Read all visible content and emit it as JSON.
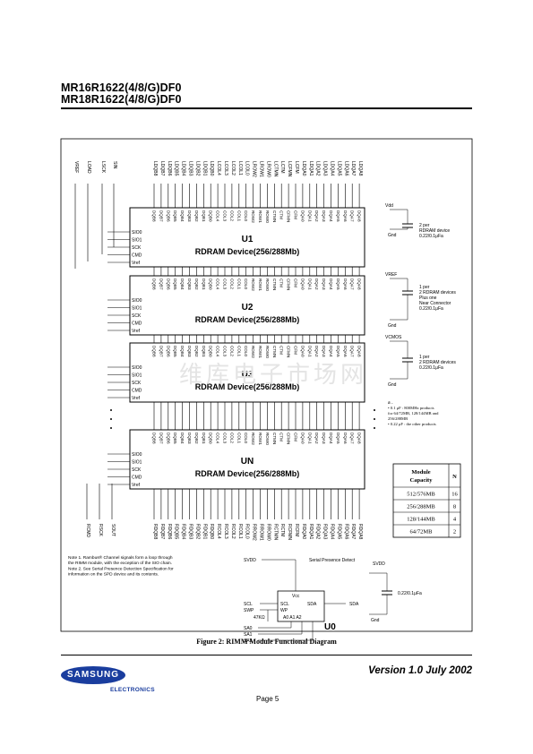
{
  "header": {
    "line1": "MR16R1622(4/8/G)DF0",
    "line2": "MR18R1622(4/8/G)DF0"
  },
  "top_signals": [
    "VREF",
    "LOAD",
    "LSCK",
    "SIN",
    "LDQB8",
    "LDQB7",
    "LDQB6",
    "LDQB5",
    "LDQB4",
    "LDQB3",
    "LDQB2",
    "LDQB1",
    "LDQB0",
    "LCOL4",
    "LCOL3",
    "LCOL2",
    "LCOL1",
    "LCOL0",
    "LROW2",
    "LROW1",
    "LROW0",
    "LCTMN",
    "LCTM",
    "LCFMN",
    "LCFM",
    "LDQA0",
    "LDQA1",
    "LDQA2",
    "LDQA3",
    "LDQA4",
    "LDQA5",
    "LDQA6",
    "LDQA7",
    "LDQA8"
  ],
  "bottom_signals": [
    "RCMD",
    "RSCK",
    "SOUT",
    "RDQB8",
    "RDQB7",
    "RDQB6",
    "RDQB5",
    "RDQB4",
    "RDQB3",
    "RDQB2",
    "RDQB1",
    "RDQB0",
    "RCOL4",
    "RCOL3",
    "RCOL2",
    "RCOL1",
    "RCOL0",
    "RROW2",
    "RROW1",
    "RROW0",
    "RCTMN",
    "RCTM",
    "RCFMN",
    "RCFM",
    "RDQA0",
    "RDQA1",
    "RDQA2",
    "RDQA3",
    "RDQA4",
    "RDQA5",
    "RDQA6",
    "RDQA7",
    "RDQA8"
  ],
  "device_pins": [
    "DQB8",
    "DQB7",
    "DQB6",
    "DQB5",
    "DQB4",
    "DQB3",
    "DQB2",
    "DQB1",
    "DQB0",
    "COL4",
    "COL3",
    "COL2",
    "COL1",
    "COL0",
    "ROW2",
    "ROW1",
    "ROW0",
    "CTMN",
    "CTM",
    "CFMN",
    "CFM",
    "DQA0",
    "DQA1",
    "DQA2",
    "DQA3",
    "DQA4",
    "DQA5",
    "DQA6",
    "DQA7",
    "DQA8"
  ],
  "side_pins": [
    "SIO0",
    "SIO1",
    "SCK",
    "CMD",
    "Vref"
  ],
  "devices": [
    {
      "name": "U1",
      "desc": "RDRAM Device(256/288Mb)"
    },
    {
      "name": "U2",
      "desc": "RDRAM Device(256/288Mb)"
    },
    {
      "name": "U3",
      "desc": "RDRAM Device(256/288Mb)"
    },
    {
      "name": "UN",
      "desc": "RDRAM Device(256/288Mb)"
    }
  ],
  "caps": {
    "vdd": "Vdd",
    "gnd": "Gnd",
    "vdd_note": [
      "2 per",
      "RDRAM device",
      "0.22/0.1μFa"
    ],
    "vref": "VREF",
    "vref_note": [
      "1 per",
      "2 RDRAM devices",
      "Plus one",
      "Near Connector",
      "0.22/0.1μFa"
    ],
    "vcmos": "VCMOS",
    "vcmos_note": [
      "1 per",
      "2 RDRAM devices",
      "0.22/0.1μFa"
    ]
  },
  "footnote_a": [
    "a .",
    "• 0.1 μF :  800MHz products",
    "for 64/72MB, 128/144MB and",
    "256/288MB",
    "• 0.22 μF : the other products"
  ],
  "capacity_table": {
    "headers": [
      "Module Capacity",
      "N"
    ],
    "rows": [
      [
        "512/576MB",
        "16"
      ],
      [
        "256/288MB",
        "8"
      ],
      [
        "128/144MB",
        "4"
      ],
      [
        "64/72MB",
        "2"
      ]
    ]
  },
  "notes": [
    "Note 1. Rambus® Channel signals form a loop through",
    "the RIMM module, with the exception of the SIO chain.",
    "Note 2. See Serial Presence Detection Specification for",
    "information on the SPD device and its contents."
  ],
  "spd": {
    "title": "Serial Presence Detect",
    "svdd": "SVDD",
    "vcc": "Vcc",
    "scl": "SCL",
    "swp": "SWP",
    "sda": "SDA",
    "wp": "WP",
    "a_pins": "A0  A1  A2",
    "resistor": "47KΩ",
    "sa": [
      "SA0",
      "SA1",
      "SA2"
    ],
    "name": "U0",
    "right_svdd": "SVDD",
    "right_cap": "0.22/0.1μFa",
    "gnd": "Gnd"
  },
  "caption": "Figure 2: RIMM Module Functional Diagram",
  "footer": {
    "page": "Page 5",
    "version": "Version 1.0  July 2002",
    "logo": "SAMSUNG",
    "logo_sub": "ELECTRONICS"
  },
  "watermark": "维库电子市场网"
}
